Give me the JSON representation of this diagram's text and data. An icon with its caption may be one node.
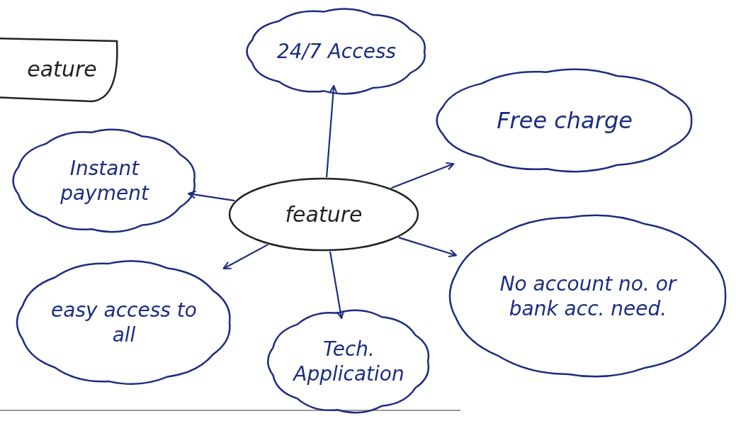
{
  "diagram": {
    "nodes": [
      {
        "text": [
          "eature"
        ]
      },
      {
        "text": [
          "24/7 Access"
        ]
      },
      {
        "text": [
          "Instant payment"
        ]
      },
      {
        "text": [
          "feature"
        ]
      },
      {
        "text": [
          "Free charge"
        ]
      },
      {
        "text": [
          "easy access to all"
        ]
      },
      {
        "text": [
          "Tech. Application"
        ]
      },
      {
        "text": [
          "No account no. or bank acc. need."
        ]
      }
    ],
    "edges": [
      {
        "from": 3,
        "to": 1,
        "arrow": "to"
      },
      {
        "from": 3,
        "to": 2,
        "arrow": "to"
      },
      {
        "from": 3,
        "to": 4,
        "arrow": "to"
      },
      {
        "from": 3,
        "to": 7,
        "arrow": "to"
      },
      {
        "from": 3,
        "to": 5,
        "arrow": "to"
      },
      {
        "from": 3,
        "to": 6,
        "arrow": "to"
      }
    ]
  }
}
